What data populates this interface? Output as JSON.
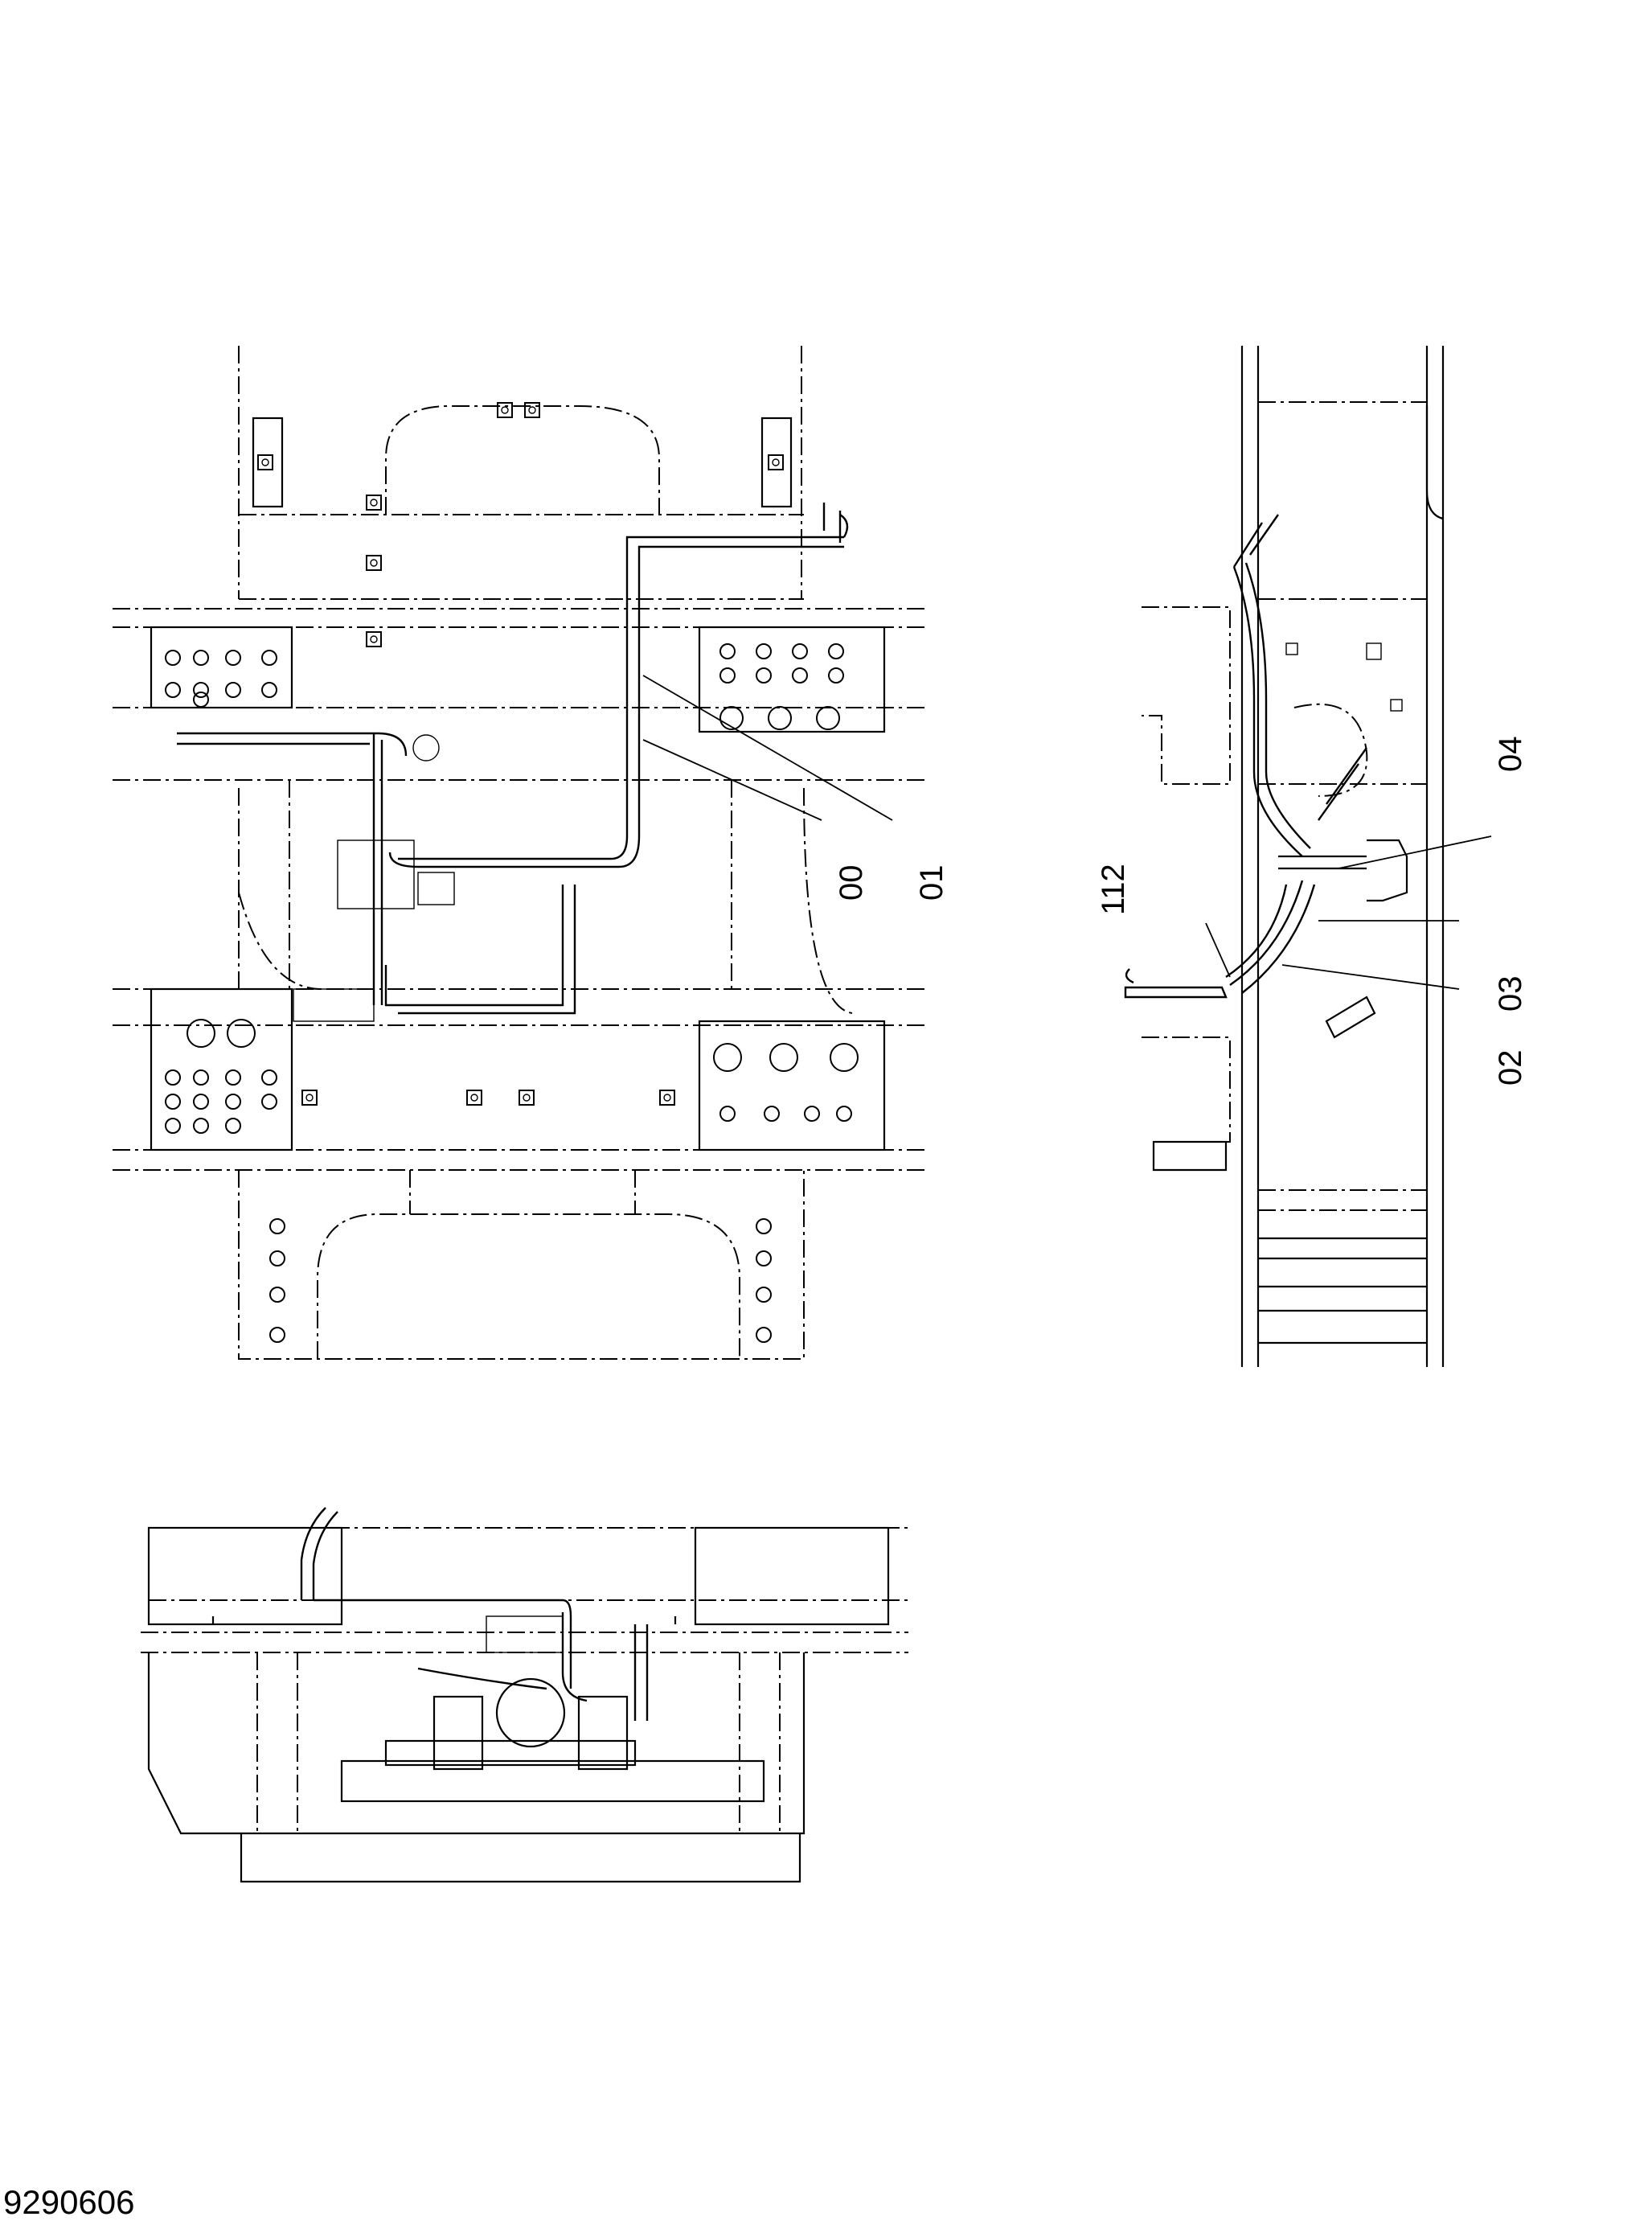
{
  "callouts": {
    "c00": "00",
    "c01": "01",
    "c02": "02",
    "c03": "03",
    "c04": "04",
    "c112": "112"
  },
  "drawing_number": "9290606"
}
